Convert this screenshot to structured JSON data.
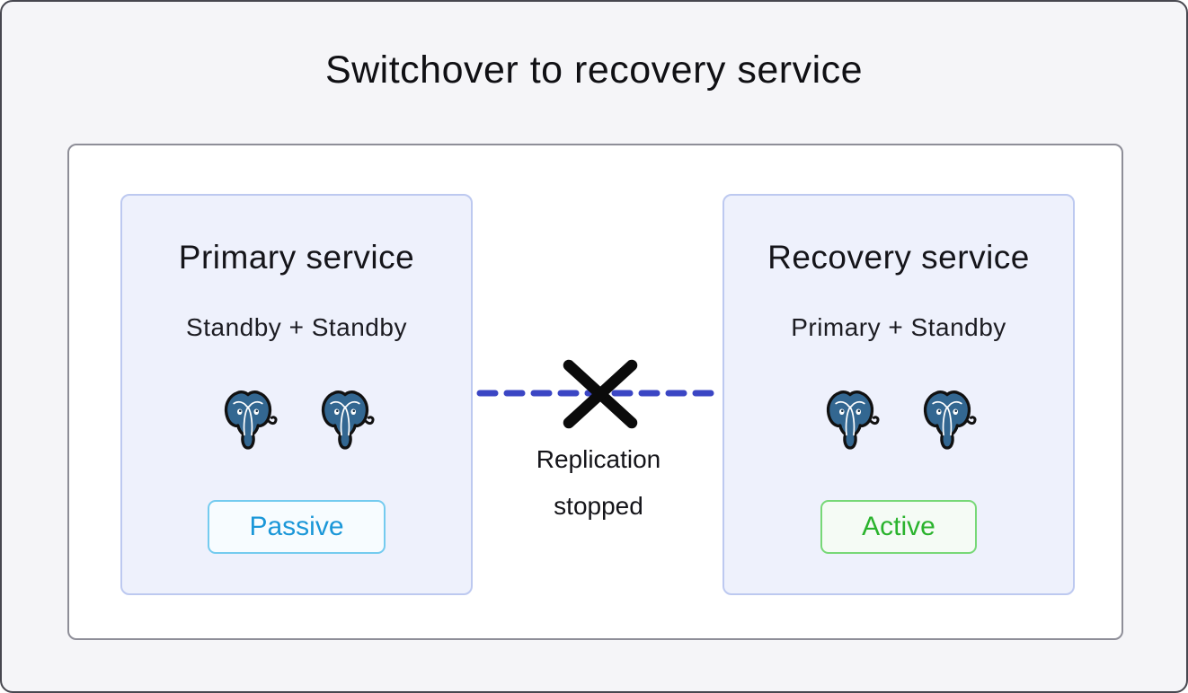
{
  "title": "Switchover to recovery service",
  "services": {
    "primary": {
      "title": "Primary service",
      "subtitle": "Standby + Standby",
      "status": "Passive",
      "status_text_color": "#1b97d8",
      "status_border_color": "#74cbef",
      "status_bg_color": "#f7fcff",
      "node_icon": "postgresql-elephant-icon",
      "node_count": 2
    },
    "recovery": {
      "title": "Recovery service",
      "subtitle": "Primary + Standby",
      "status": "Active",
      "status_text_color": "#2ab32d",
      "status_border_color": "#77d877",
      "status_bg_color": "#f5fbf5",
      "node_icon": "postgresql-elephant-icon",
      "node_count": 2
    }
  },
  "connector": {
    "label": "Replication stopped",
    "style": "dashed",
    "line_color": "#3b46c4",
    "cross_color": "#0b0b0b"
  },
  "colors": {
    "page_background": "#f5f5f8",
    "page_border": "#47474f",
    "panel_background": "#ffffff",
    "panel_border": "#8e8e98",
    "card_background": "#eef1fc",
    "card_border": "#bdc9f0",
    "postgres_blue": "#336791",
    "text_dark": "#141419"
  }
}
